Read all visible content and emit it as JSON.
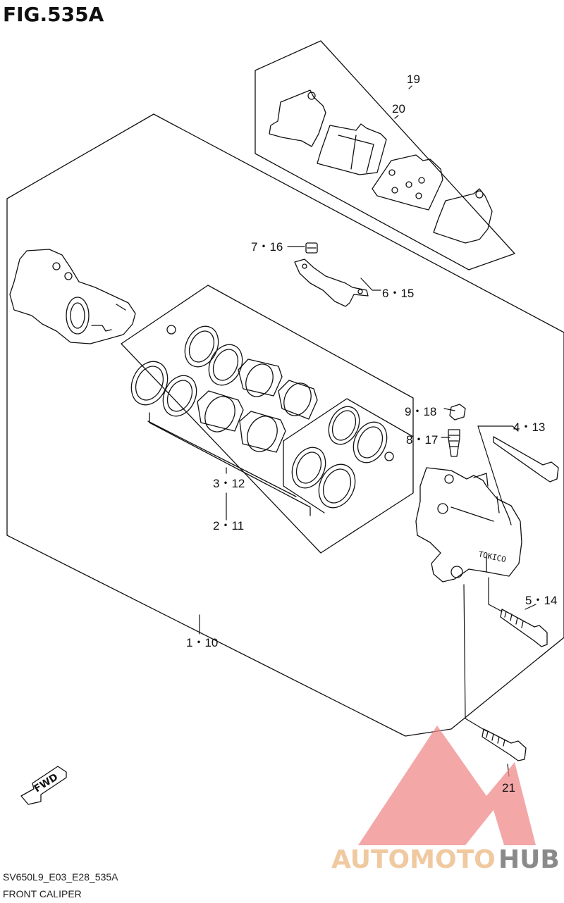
{
  "figure": {
    "number": "FIG.535A",
    "model_code": "SV650L9_E03_E28_535A",
    "caption": "FRONT CALIPER",
    "fwd_label": "FWD"
  },
  "callouts": {
    "c19": "19",
    "c20": "20",
    "c7_16": "7・16",
    "c6_15": "6・15",
    "c9_18": "9・18",
    "c8_17": "8・17",
    "c4_13": "4・13",
    "c3_12": "3・12",
    "c2_11": "2・11",
    "c5_14": "5・14",
    "c1_10": "1・10",
    "c21": "21"
  },
  "caliper_marking": "TOKICO",
  "watermark": {
    "part1": "AUTOMOTO",
    "part2": "HUB",
    "color1": "#f0c9a0",
    "color2": "#8a8a8a",
    "logo_color": "#f08a8a"
  }
}
